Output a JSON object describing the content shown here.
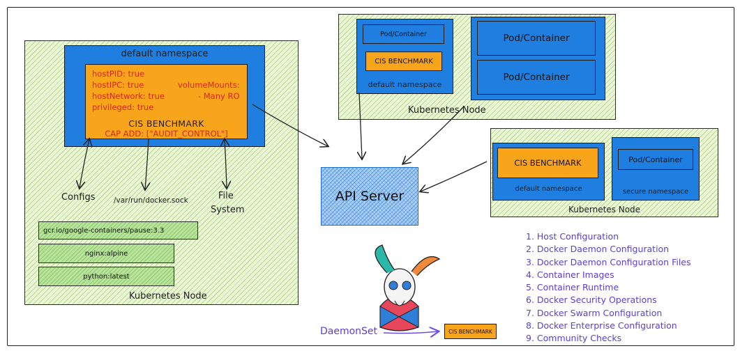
{
  "left_node": {
    "label": "Kubernetes Node",
    "namespace": "default namespace",
    "red_left": [
      "hostPID: true",
      "hostIPC: true",
      "hostNetwork: true",
      "privileged: true"
    ],
    "red_right": [
      "volumeMounts:",
      "- Many RO"
    ],
    "cis": "CIS BENCHMARK",
    "cap_add": "CAP ADD: [\"AUDIT_CONTROL\"]",
    "targets": [
      "Configs",
      "/var/run/docker.sock",
      "File",
      "System"
    ],
    "images": [
      "gcr.io/google-containers/pause:3.3",
      "nginx:alpine",
      "python:latest"
    ]
  },
  "top_node": {
    "label": "Kubernetes Node",
    "small_pod": "Pod/Container",
    "cis": "CIS BENCHMARK",
    "namespace": "default namespace",
    "pods": [
      "Pod/Container",
      "Pod/Container"
    ]
  },
  "right_node": {
    "label": "Kubernetes Node",
    "cis": "CIS BENCHMARK",
    "default_ns": "default namespace",
    "pod": "Pod/Container",
    "secure_ns": "secure namespace"
  },
  "api_server": "API Server",
  "daemonset": {
    "label": "DaemonSet",
    "cis": "CIS BENCHMARK"
  },
  "checks": [
    "1. Host Configuration",
    "2. Docker Daemon Configuration",
    "3. Docker Daemon Configuration Files",
    "4. Container Images",
    "5. Container Runtime",
    "6. Docker Security Operations",
    "7. Docker Swarm Configuration",
    "8. Docker Enterprise Configuration",
    "9. Community Checks"
  ],
  "colors": {
    "node_green": "#eaf6d6",
    "namespace_blue": "#1f7fe0",
    "benchmark_orange": "#f9a51b",
    "api_blue": "#a9cff5",
    "red_text": "#d7261e",
    "purple_text": "#5b3fd6"
  }
}
